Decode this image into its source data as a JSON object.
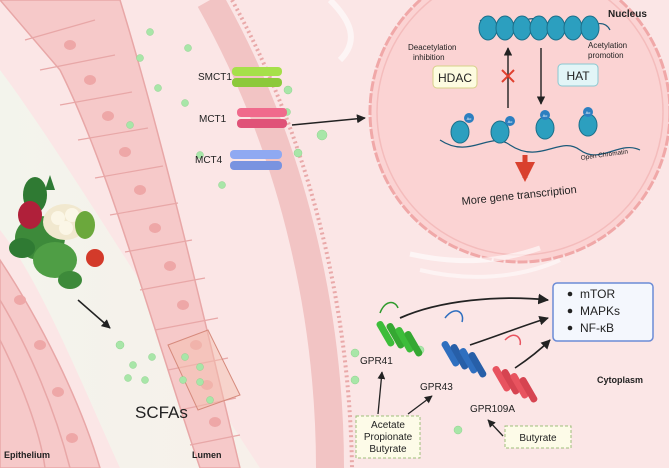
{
  "labels": {
    "nucleus": "Nucleus",
    "cytoplasm": "Cytoplasm",
    "epithelium": "Epithelium",
    "lumen": "Lumen",
    "scfas": "SCFAs",
    "open_chromatin": "Open Chromatin",
    "more_gene_transcription": "More gene transcription",
    "ac": "Ac"
  },
  "transporters": [
    {
      "label": "SMCT1",
      "color": "#a6e04a"
    },
    {
      "label": "MCT1",
      "color": "#f06a8c"
    },
    {
      "label": "MCT4",
      "color": "#8fa9f2"
    }
  ],
  "enzymes": {
    "deacetylation_label_line1": "Deacetylation",
    "deacetylation_label_line2": "inhibition",
    "hdac": "HDAC",
    "acetylation_label_line1": "Acetylation",
    "acetylation_label_line2": "promotion",
    "hat": "HAT"
  },
  "receptors": [
    {
      "label": "GPR41",
      "color": "#3dbd3a"
    },
    {
      "label": "GPR43",
      "color": "#2f6fbf"
    },
    {
      "label": "GPR109A",
      "color": "#e8535f"
    }
  ],
  "ligands": {
    "scfa_box": [
      "Acetate",
      "Propionate",
      "Butyrate"
    ],
    "butyrate_box": "Butyrate"
  },
  "pathways": [
    "mTOR",
    "MAPKs",
    "NF-κB"
  ],
  "colors": {
    "nucleus_fill": "#fbd3d3",
    "membrane": "#e9a3a3",
    "pathway_border": "#6b8bd6",
    "box_fill": "#fdfbe8",
    "arrow_red": "#d9402e"
  }
}
